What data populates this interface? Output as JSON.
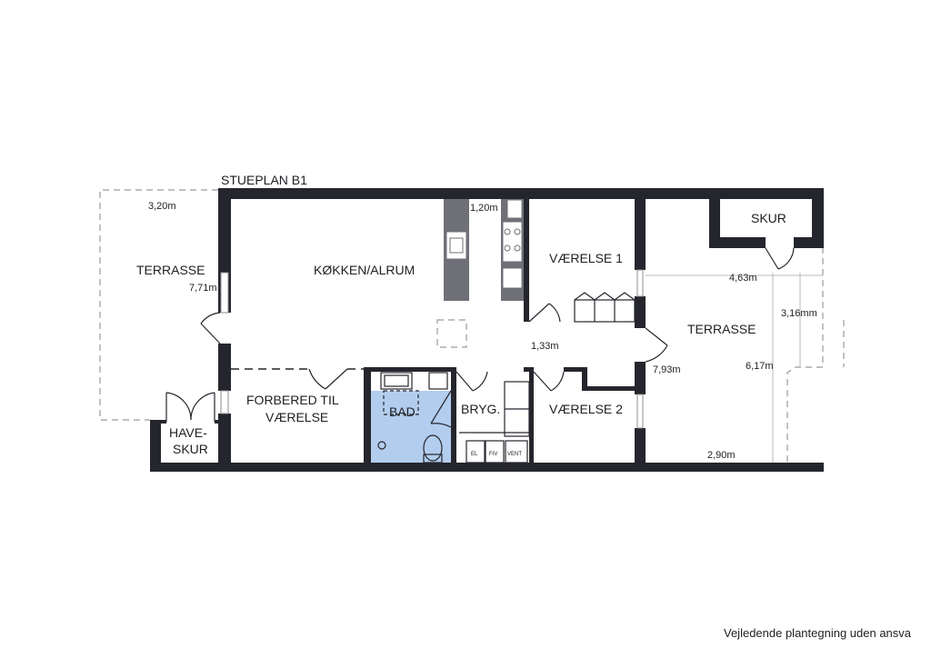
{
  "plan": {
    "title": "STUEPLAN B1",
    "rooms": {
      "terrasse_left": "TERRASSE",
      "kokken": "KØKKEN/ALRUM",
      "vaerelse1": "VÆRELSE 1",
      "skur": "SKUR",
      "terrasse_right": "TERRASSE",
      "forbered_line1": "FORBERED TIL",
      "forbered_line2": "VÆRELSE",
      "bad": "BAD",
      "bryg": "BRYG.",
      "vaerelse2": "VÆRELSE 2",
      "have_line1": "HAVE-",
      "have_line2": "SKUR"
    },
    "dimensions": {
      "d320": "3,20m",
      "d771": "7,71m",
      "d120": "1,20m",
      "d133": "1,33m",
      "d463": "4,63m",
      "d316": "3,16mm",
      "d617": "6,17m",
      "d793": "7,93m",
      "d290": "2,90m"
    },
    "utility_labels": {
      "el": "EL",
      "fiv": "FIV",
      "vent": "VENT"
    },
    "colors": {
      "wall": "#25262d",
      "bathroom_fill": "#b3cdee",
      "kitchen_counter": "#6f7077"
    }
  },
  "footer": {
    "note": "Vejledende plantegning uden ansva"
  }
}
